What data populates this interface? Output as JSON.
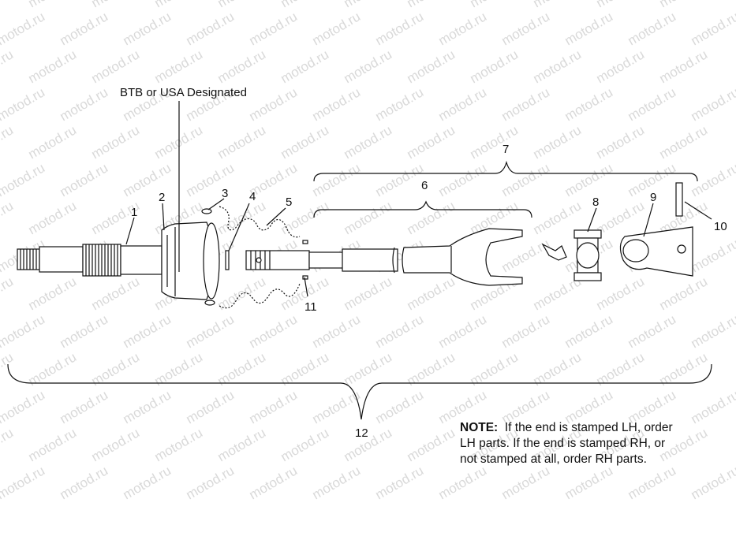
{
  "watermark": "motod.ru",
  "designation_label": "BTB or USA Designated",
  "callouts": [
    "1",
    "2",
    "3",
    "4",
    "5",
    "6",
    "7",
    "8",
    "9",
    "10",
    "11",
    "12"
  ],
  "note": {
    "heading": "NOTE:",
    "line1": "If the end is stamped LH, order",
    "line2": "LH parts.  If the end is stamped RH, or",
    "line3": "not stamped at all, order RH parts."
  }
}
